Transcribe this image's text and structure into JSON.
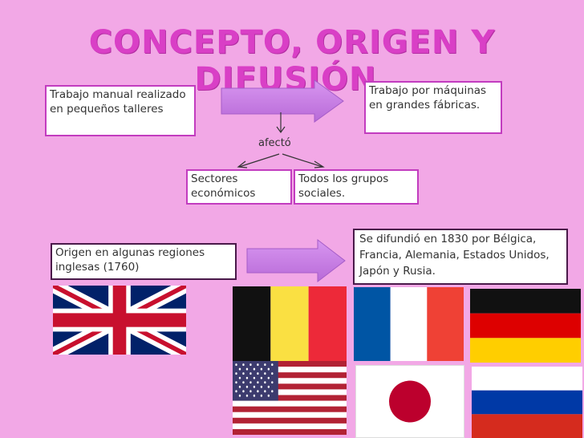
{
  "slide": {
    "title": "CONCEPTO, ORIGEN Y DIFUSIÓN.",
    "boxes": {
      "manual": "Trabajo manual realizado en pequeños talleres",
      "machines": "Trabajo por máquinas en grandes fábricas.",
      "sectors": "Sectores económicos",
      "groups": "Todos los grupos sociales.",
      "origin": "Origen en algunas regiones inglesas (1760)",
      "spread": "Se difundió en 1830 por Bélgica, Francia,  Alemania, Estados Unidos, Japón y Rusia."
    },
    "affected_label": "afectó",
    "flags": [
      "united-kingdom",
      "belgium",
      "france",
      "germany",
      "united-states",
      "japan",
      "russia"
    ],
    "colors": {
      "background": "#f2a8e6",
      "title": "#d93fc6",
      "arrow": "#c97de6"
    }
  }
}
